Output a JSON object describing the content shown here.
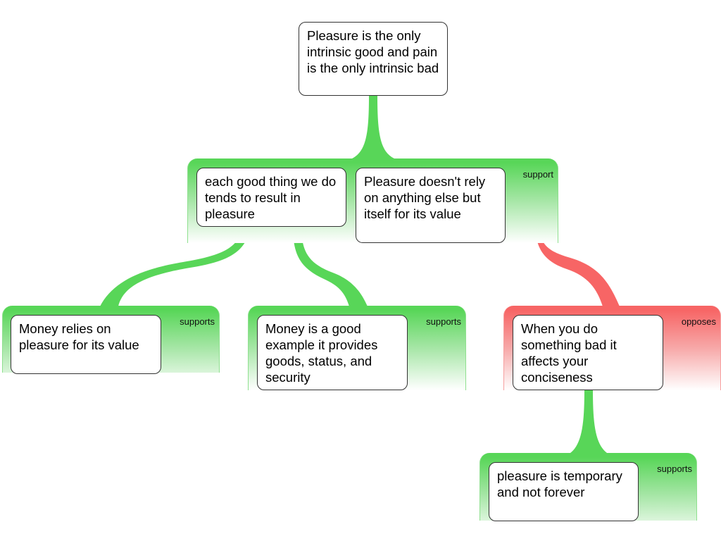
{
  "colors": {
    "support": "#58d658",
    "oppose": "#f76565"
  },
  "root": {
    "text": "Pleasure is the only intrinsic good and pain is the only intrinsic bad"
  },
  "groups": [
    {
      "label": "support",
      "type": "support",
      "nodes": [
        {
          "text": "each good thing we do tends to result in pleasure"
        },
        {
          "text": "Pleasure doesn't rely on anything else but itself for its value"
        }
      ]
    },
    {
      "label": "supports",
      "type": "support",
      "nodes": [
        {
          "text": "Money relies on pleasure for its value"
        }
      ]
    },
    {
      "label": "supports",
      "type": "support",
      "nodes": [
        {
          "text": "Money is a good example it provides goods, status, and security"
        }
      ]
    },
    {
      "label": "opposes",
      "type": "oppose",
      "nodes": [
        {
          "text": "When you do something bad it affects your conciseness"
        }
      ]
    },
    {
      "label": "supports",
      "type": "support",
      "nodes": [
        {
          "text": "pleasure is temporary and not forever"
        }
      ]
    }
  ]
}
